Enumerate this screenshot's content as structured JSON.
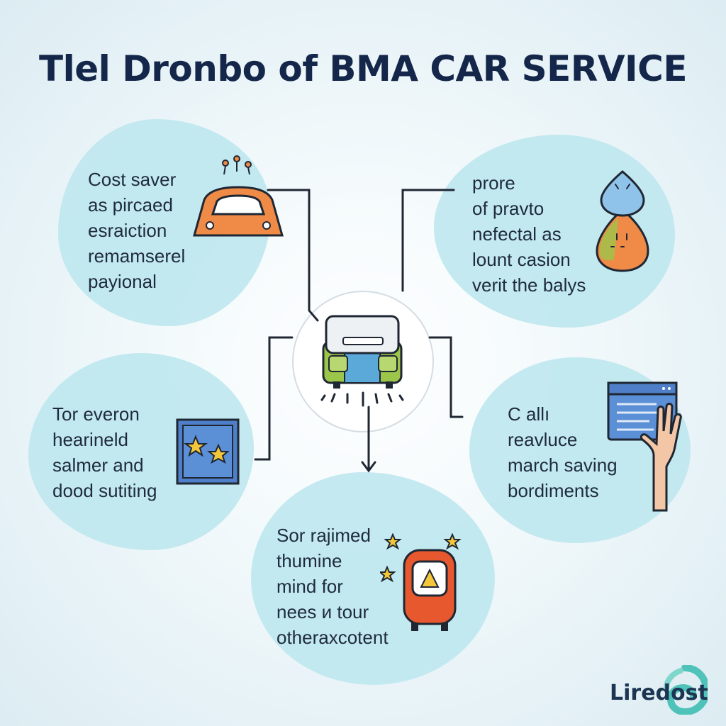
{
  "title": "Tlel Dronbo of BMA CAR SERVICE",
  "hub": {
    "icon": "car-wash-icon"
  },
  "bubbles": [
    {
      "icon": "car-icon",
      "lines": [
        "Cost saver",
        "as pircaed",
        "esraiction",
        "remamserel",
        "payional"
      ]
    },
    {
      "icon": "drop-icon",
      "lines": [
        "prore",
        "of pravto",
        "nefectal as",
        "lount casion",
        "verit the balys"
      ]
    },
    {
      "icon": "stars-frame-icon",
      "lines": [
        "Tor everon",
        "hearineld",
        "salmer and",
        "dood sutiting"
      ]
    },
    {
      "icon": "hand-screen-icon",
      "lines": [
        "C allı",
        "reavluce",
        "march saving",
        "bordiments"
      ]
    },
    {
      "icon": "warning-device-icon",
      "lines": [
        "Sor rajimed",
        "thumine",
        "mind for",
        "nees и tour",
        "otherаxcotent"
      ]
    }
  ],
  "brand": {
    "name": "Liredost",
    "icon": "swirl-logo-icon"
  },
  "colors": {
    "bubble": "#bfe7ef",
    "title": "#14274a",
    "orange": "#ef8a47",
    "green": "#9cc64a",
    "blue": "#4f7fc8"
  }
}
